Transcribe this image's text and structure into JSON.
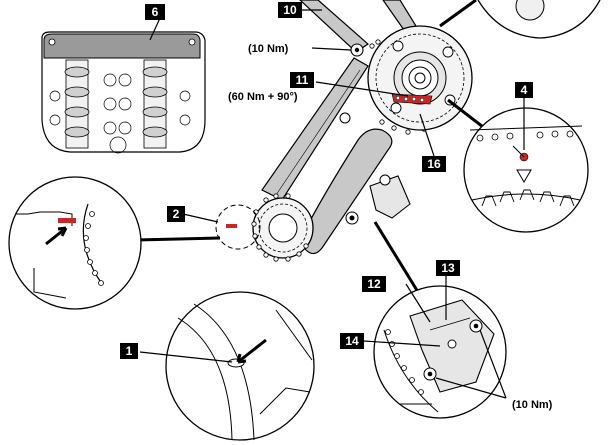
{
  "callouts": {
    "c1": "1",
    "c2": "2",
    "c4": "4",
    "c6": "6",
    "c10": "10",
    "c11": "11",
    "c12": "12",
    "c13": "13",
    "c14": "14",
    "c16": "16"
  },
  "torque": {
    "guide_bolt": "(10 Nm)",
    "camshaft_bolt": "(60 Nm + 90°)",
    "tensioner_bolts": "(10 Nm)"
  },
  "colors": {
    "line": "#000000",
    "marker_red": "#c62828",
    "guide_fill": "#c8c8c8",
    "head_fill": "#9a9a9a",
    "callout_box": "#000000"
  }
}
